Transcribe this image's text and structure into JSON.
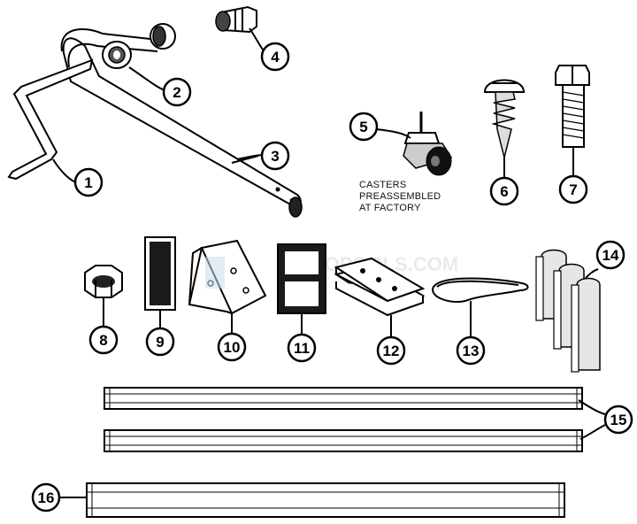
{
  "diagram": {
    "watermark": "INYOPOOLS.COM",
    "caster_note": [
      "CASTERS",
      "PREASSEMBLED",
      "AT FACTORY"
    ],
    "callouts": [
      {
        "id": "1",
        "part": "crank-handle"
      },
      {
        "id": "2",
        "part": "bushing"
      },
      {
        "id": "3",
        "part": "roller-tube"
      },
      {
        "id": "4",
        "part": "end-cap"
      },
      {
        "id": "5",
        "part": "caster"
      },
      {
        "id": "6",
        "part": "self-tapping-screw"
      },
      {
        "id": "7",
        "part": "hex-bolt"
      },
      {
        "id": "8",
        "part": "hex-nut"
      },
      {
        "id": "9",
        "part": "black-pad"
      },
      {
        "id": "10",
        "part": "mounting-bracket"
      },
      {
        "id": "11",
        "part": "gasket"
      },
      {
        "id": "12",
        "part": "plates"
      },
      {
        "id": "13",
        "part": "cable-tie"
      },
      {
        "id": "14",
        "part": "end-covers"
      },
      {
        "id": "15",
        "part": "upper-rails"
      },
      {
        "id": "16",
        "part": "lower-rail"
      }
    ]
  }
}
